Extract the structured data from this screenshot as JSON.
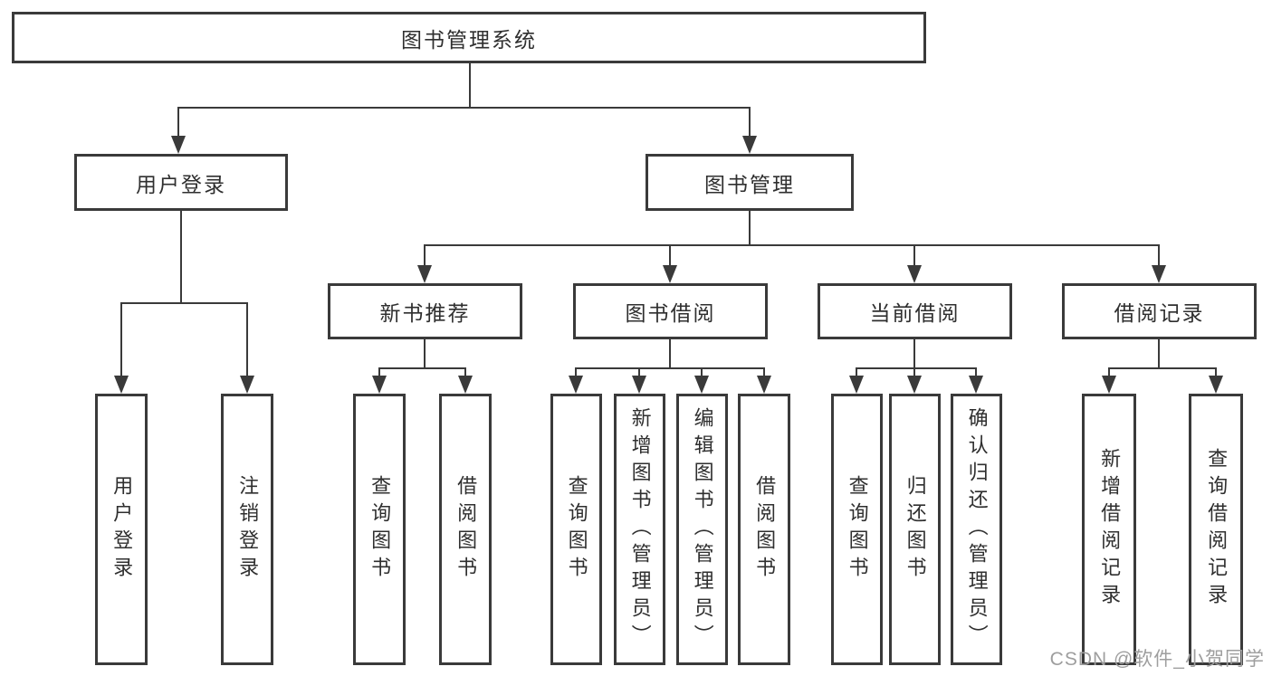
{
  "diagram": {
    "root": {
      "label": "图书管理系统"
    },
    "branches": [
      {
        "label": "用户登录",
        "children": [
          {
            "label": "用户登录"
          },
          {
            "label": "注销登录"
          }
        ]
      },
      {
        "label": "图书管理",
        "children": [
          {
            "label": "新书推荐",
            "children": [
              {
                "label": "查询图书"
              },
              {
                "label": "借阅图书"
              }
            ]
          },
          {
            "label": "图书借阅",
            "children": [
              {
                "label": "查询图书"
              },
              {
                "label": "新增图书（管理员）"
              },
              {
                "label": "编辑图书（管理员）"
              },
              {
                "label": "借阅图书"
              }
            ]
          },
          {
            "label": "当前借阅",
            "children": [
              {
                "label": "查询图书"
              },
              {
                "label": "归还图书"
              },
              {
                "label": "确认归还（管理员）"
              }
            ]
          },
          {
            "label": "借阅记录",
            "children": [
              {
                "label": "新增借阅记录"
              },
              {
                "label": "查询借阅记录"
              }
            ]
          }
        ]
      }
    ]
  },
  "watermark": {
    "text": "CSDN @软件_小贺同学"
  },
  "colors": {
    "line": "#3a3a3a",
    "text": "#2f2f2f",
    "watermark": "#9e9e9e",
    "background": "#ffffff"
  }
}
